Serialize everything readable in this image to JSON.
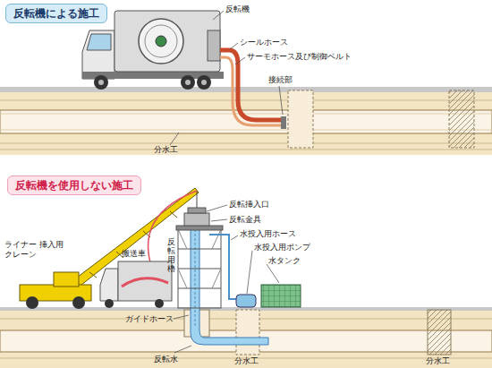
{
  "diagram": {
    "nodes": [
      {
        "text": [
          "反転機による施工"
        ]
      },
      {
        "text": [
          "反転機を使用しない施工"
        ]
      }
    ],
    "edges": [],
    "labels": [
      "反転機",
      "シールホース",
      "サーモホース及び制御ベルト",
      "接続部",
      "分水工",
      "ライナー 挿入用クレーン",
      "反転挿入口",
      "反転金具",
      "反転用櫓",
      "搬送車",
      "水投入用ホース",
      "水投入用ポンプ",
      "水タンク",
      "ガイドホース",
      "反転水",
      "分水工",
      "分水工"
    ]
  }
}
